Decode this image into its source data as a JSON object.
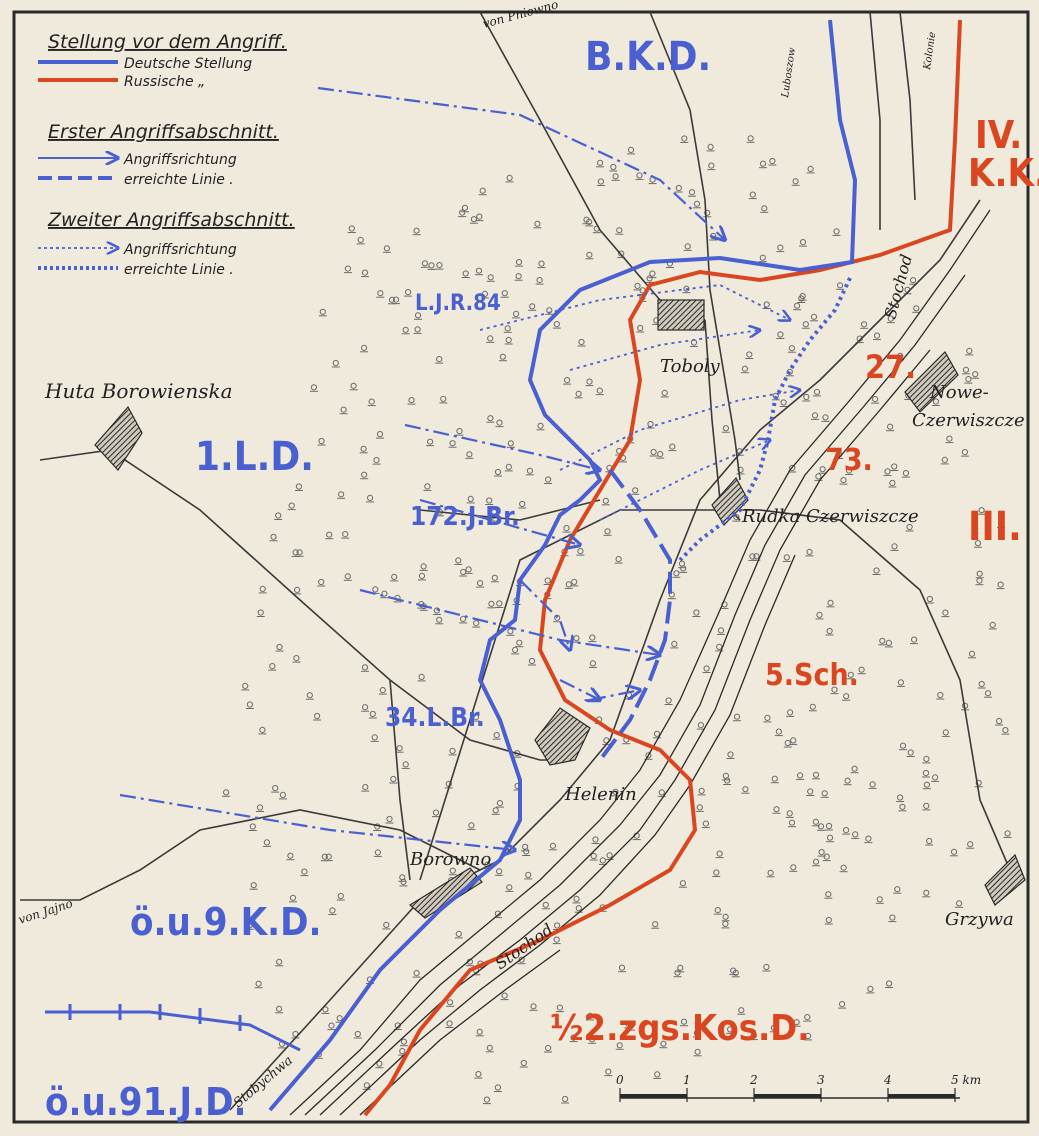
{
  "legend": {
    "heading1": "Stellung vor dem Angriff.",
    "deutsche": "Deutsche Stellung",
    "russische": "Russische  „",
    "heading2": "Erster Angriffsabschnitt.",
    "richtung1": "Angriffsrichtung",
    "linie1": "erreichte Linie .",
    "heading3": "Zweiter Angriffsabschnitt.",
    "richtung2": "Angriffsrichtung",
    "linie2": "erreichte Linie ."
  },
  "colors": {
    "german": "#4a5fd0",
    "russian": "#d9461f",
    "paper": "#efeadc",
    "ink": "#2a2a2a"
  },
  "units_blue": {
    "bkd": "B.K.D.",
    "ljr84": "L.J.R.84",
    "lld1": "1.L.D.",
    "jbr172": "172.J.Br.",
    "lbr34": "34.L.Br.",
    "kd9": "ö.u.9.K.D.",
    "jd91": "ö.u.91.J.D."
  },
  "units_red": {
    "ivkk_a": "IV.",
    "ivkk_b": "K.K.",
    "r27": "27.",
    "r73": "73.",
    "riii": "III.",
    "sch5": "5.Sch.",
    "kos": "½2.zgs.Kos.D."
  },
  "places": {
    "huta": "Huta Borowienska",
    "toboly": "Toboly",
    "nowe_a": "Nowe-",
    "nowe_b": "Czerwiszcze",
    "rudka": "Rudka Czerwiszcze",
    "helenin": "Helenin",
    "borowno": "Borowno",
    "grzywa": "Grzywa",
    "stochod1": "Stochod",
    "stochod2": "Stochod",
    "stobychwa": "Stobychwa",
    "von_pniowno": "von Pniowno",
    "von_jajno": "von Jajno",
    "luboszow": "Luboszow",
    "kolonie": "Kolonie"
  },
  "scale": {
    "ticks": [
      "0",
      "1",
      "2",
      "3",
      "4",
      "5 km"
    ]
  }
}
